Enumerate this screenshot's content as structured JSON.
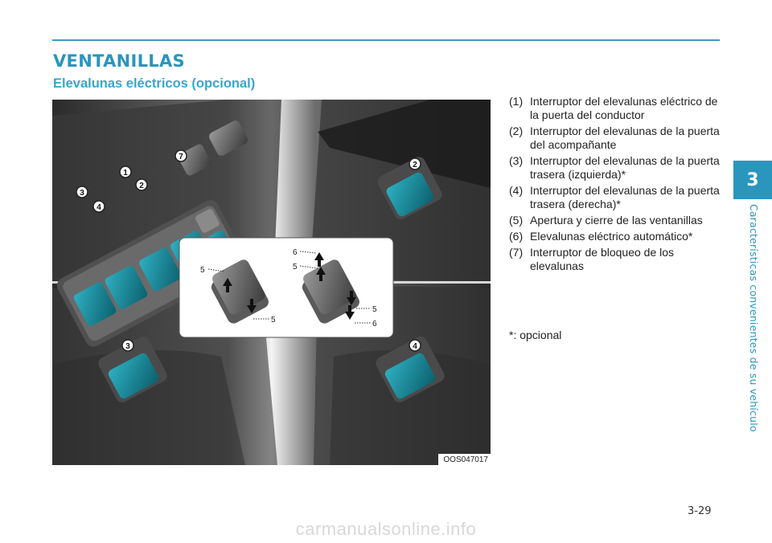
{
  "section_title": "VENTANILLAS",
  "subtitle": "Elevalunas eléctricos (opcional)",
  "figure": {
    "code": "OOS047017",
    "callouts": [
      "1",
      "2",
      "3",
      "4",
      "7",
      "2",
      "3",
      "4"
    ],
    "detail_labels": [
      "5",
      "5",
      "6",
      "5",
      "5",
      "6"
    ]
  },
  "legend": [
    {
      "num": "(1)",
      "text": "Interruptor del elevalunas eléctrico de la puerta del conductor"
    },
    {
      "num": "(2)",
      "text": "Interruptor del elevalunas de la puerta del acompañante"
    },
    {
      "num": "(3)",
      "text": "Interruptor del elevalunas de la puerta trasera (izquierda)*"
    },
    {
      "num": "(4)",
      "text": "Interruptor del elevalunas de la puerta trasera (derecha)*"
    },
    {
      "num": "(5)",
      "text": "Apertura y cierre de las ventanillas"
    },
    {
      "num": "(6)",
      "text": "Elevalunas eléctrico automático*"
    },
    {
      "num": "(7)",
      "text": "Interruptor de bloqueo de los elevalunas"
    }
  ],
  "footnote": "*: opcional",
  "chapter": {
    "number": "3",
    "title": "Características convenientes de su vehículo"
  },
  "page_number": "3-29",
  "watermark": "carmanualsonline.info",
  "colors": {
    "accent": "#2a95bd",
    "switch_teal": "#0f7d8e"
  }
}
